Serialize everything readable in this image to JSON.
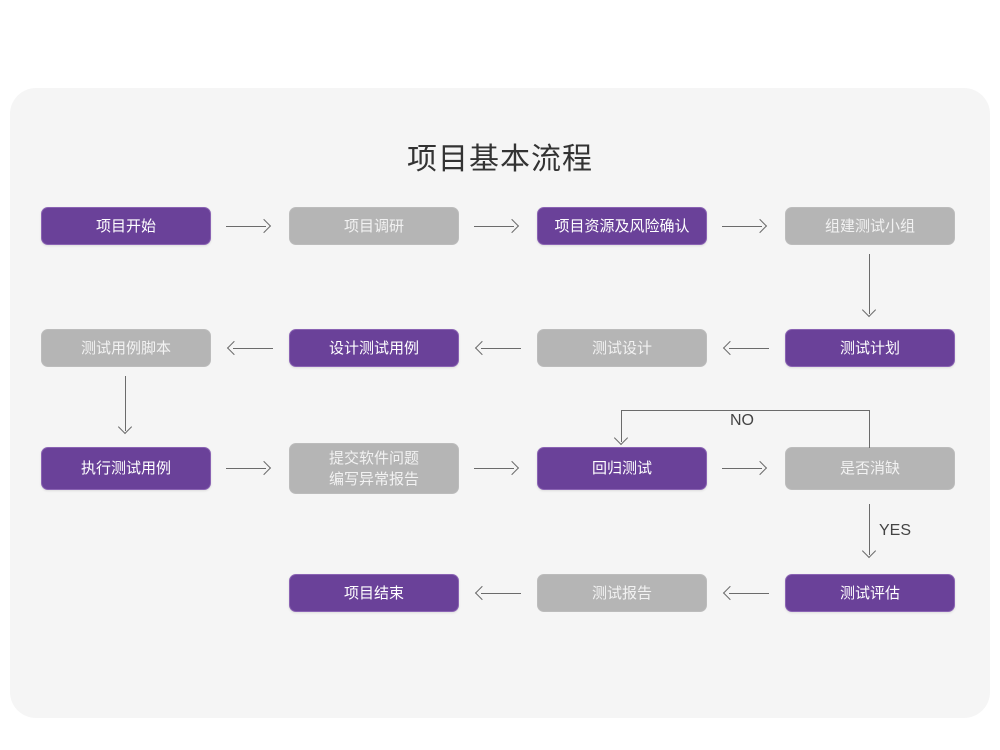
{
  "diagram": {
    "title": "项目基本流程",
    "colors": {
      "purple": "#6a4199",
      "gray": "#b5b5b5",
      "panel_bg": "#f5f5f5",
      "page_bg": "#ffffff",
      "connector": "#6b6b6b",
      "title_text": "#333333"
    },
    "nodes": [
      {
        "id": "n1",
        "label": "项目开始",
        "style": "purple"
      },
      {
        "id": "n2",
        "label": "项目调研",
        "style": "gray"
      },
      {
        "id": "n3",
        "label": "项目资源及风险确认",
        "style": "purple"
      },
      {
        "id": "n4",
        "label": "组建测试小组",
        "style": "gray"
      },
      {
        "id": "n5",
        "label": "测试计划",
        "style": "purple"
      },
      {
        "id": "n6",
        "label": "测试设计",
        "style": "gray"
      },
      {
        "id": "n7",
        "label": "设计测试用例",
        "style": "purple"
      },
      {
        "id": "n8",
        "label": "测试用例脚本",
        "style": "gray"
      },
      {
        "id": "n9",
        "label": "执行测试用例",
        "style": "purple"
      },
      {
        "id": "n10",
        "label_line1": "提交软件问题",
        "label_line2": "编写异常报告",
        "style": "gray"
      },
      {
        "id": "n11",
        "label": "回归测试",
        "style": "purple"
      },
      {
        "id": "n12",
        "label": "是否消缺",
        "style": "gray"
      },
      {
        "id": "n13",
        "label": "测试评估",
        "style": "purple"
      },
      {
        "id": "n14",
        "label": "测试报告",
        "style": "gray"
      },
      {
        "id": "n15",
        "label": "项目结束",
        "style": "purple"
      }
    ],
    "edge_labels": {
      "no": "NO",
      "yes": "YES"
    }
  }
}
